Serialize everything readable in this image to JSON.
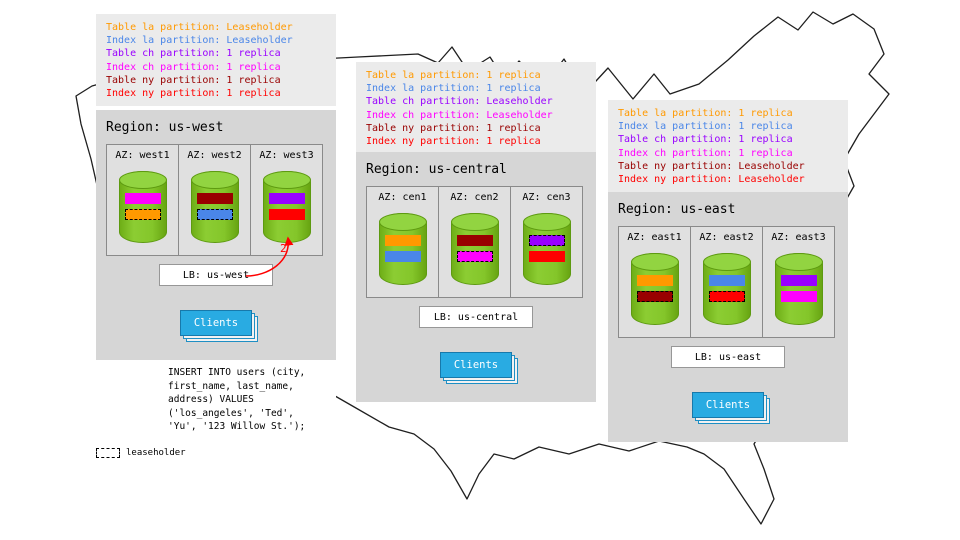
{
  "legend_blocks": [
    {
      "id": "us-west",
      "lines": [
        {
          "text": "Table la partition: Leaseholder",
          "hex": "#ff9900"
        },
        {
          "text": "Index la partition: Leaseholder",
          "hex": "#4a86e8"
        },
        {
          "text": "Table ch partition: 1 replica",
          "hex": "#9900ff"
        },
        {
          "text": "Index ch partition: 1 replica",
          "hex": "#ff00ff"
        },
        {
          "text": "Table ny partition: 1 replica",
          "hex": "#990000"
        },
        {
          "text": "Index ny partition: 1 replica",
          "hex": "#ff0000"
        }
      ]
    },
    {
      "id": "us-central",
      "lines": [
        {
          "text": "Table la partition: 1 replica",
          "hex": "#ff9900"
        },
        {
          "text": "Index la partition: 1 replica",
          "hex": "#4a86e8"
        },
        {
          "text": "Table ch partition: Leaseholder",
          "hex": "#9900ff"
        },
        {
          "text": "Index ch partition: Leaseholder",
          "hex": "#ff00ff"
        },
        {
          "text": "Table ny partition: 1 replica",
          "hex": "#990000"
        },
        {
          "text": "Index ny partition: 1 replica",
          "hex": "#ff0000"
        }
      ]
    },
    {
      "id": "us-east",
      "lines": [
        {
          "text": "Table la partition: 1 replica",
          "hex": "#ff9900"
        },
        {
          "text": "Index la partition: 1 replica",
          "hex": "#4a86e8"
        },
        {
          "text": "Table ch partition: 1 replica",
          "hex": "#9900ff"
        },
        {
          "text": "Index ch partition: 1 replica",
          "hex": "#ff00ff"
        },
        {
          "text": "Table ny partition: Leaseholder",
          "hex": "#990000"
        },
        {
          "text": "Index ny partition: Leaseholder",
          "hex": "#ff0000"
        }
      ]
    }
  ],
  "regions": [
    {
      "title": "Region: us-west",
      "azs": [
        {
          "label": "AZ: west1",
          "bars": [
            {
              "hex": "#ff00ff",
              "leaseholder": false
            },
            {
              "hex": "#ff9900",
              "leaseholder": true
            }
          ]
        },
        {
          "label": "AZ: west2",
          "bars": [
            {
              "hex": "#990000",
              "leaseholder": false
            },
            {
              "hex": "#4a86e8",
              "leaseholder": true
            }
          ]
        },
        {
          "label": "AZ: west3",
          "bars": [
            {
              "hex": "#9900ff",
              "leaseholder": false
            },
            {
              "hex": "#ff0000",
              "leaseholder": false
            }
          ]
        }
      ],
      "lb_label": "LB: us-west",
      "clients_label": "Clients"
    },
    {
      "title": "Region: us-central",
      "azs": [
        {
          "label": "AZ: cen1",
          "bars": [
            {
              "hex": "#ff9900",
              "leaseholder": false
            },
            {
              "hex": "#4a86e8",
              "leaseholder": false
            }
          ]
        },
        {
          "label": "AZ: cen2",
          "bars": [
            {
              "hex": "#990000",
              "leaseholder": false
            },
            {
              "hex": "#ff00ff",
              "leaseholder": true
            }
          ]
        },
        {
          "label": "AZ: cen3",
          "bars": [
            {
              "hex": "#9900ff",
              "leaseholder": true
            },
            {
              "hex": "#ff0000",
              "leaseholder": false
            }
          ]
        }
      ],
      "lb_label": "LB: us-central",
      "clients_label": "Clients"
    },
    {
      "title": "Region: us-east",
      "azs": [
        {
          "label": "AZ: east1",
          "bars": [
            {
              "hex": "#ff9900",
              "leaseholder": false
            },
            {
              "hex": "#990000",
              "leaseholder": true
            }
          ]
        },
        {
          "label": "AZ: east2",
          "bars": [
            {
              "hex": "#4a86e8",
              "leaseholder": false
            },
            {
              "hex": "#ff0000",
              "leaseholder": true
            }
          ]
        },
        {
          "label": "AZ: east3",
          "bars": [
            {
              "hex": "#9900ff",
              "leaseholder": false
            },
            {
              "hex": "#ff00ff",
              "leaseholder": false
            }
          ]
        }
      ],
      "lb_label": "LB: us-east",
      "clients_label": "Clients"
    }
  ],
  "annotation": {
    "label": "2",
    "hex": "#ff0000"
  },
  "sql": {
    "lines": [
      "INSERT INTO users (city,",
      "first_name, last_name,",
      "address) VALUES",
      "('los_angeles', 'Ted',",
      "'Yu', '123 Willow St.');"
    ]
  },
  "key": {
    "leaseholder_label": "leaseholder"
  }
}
